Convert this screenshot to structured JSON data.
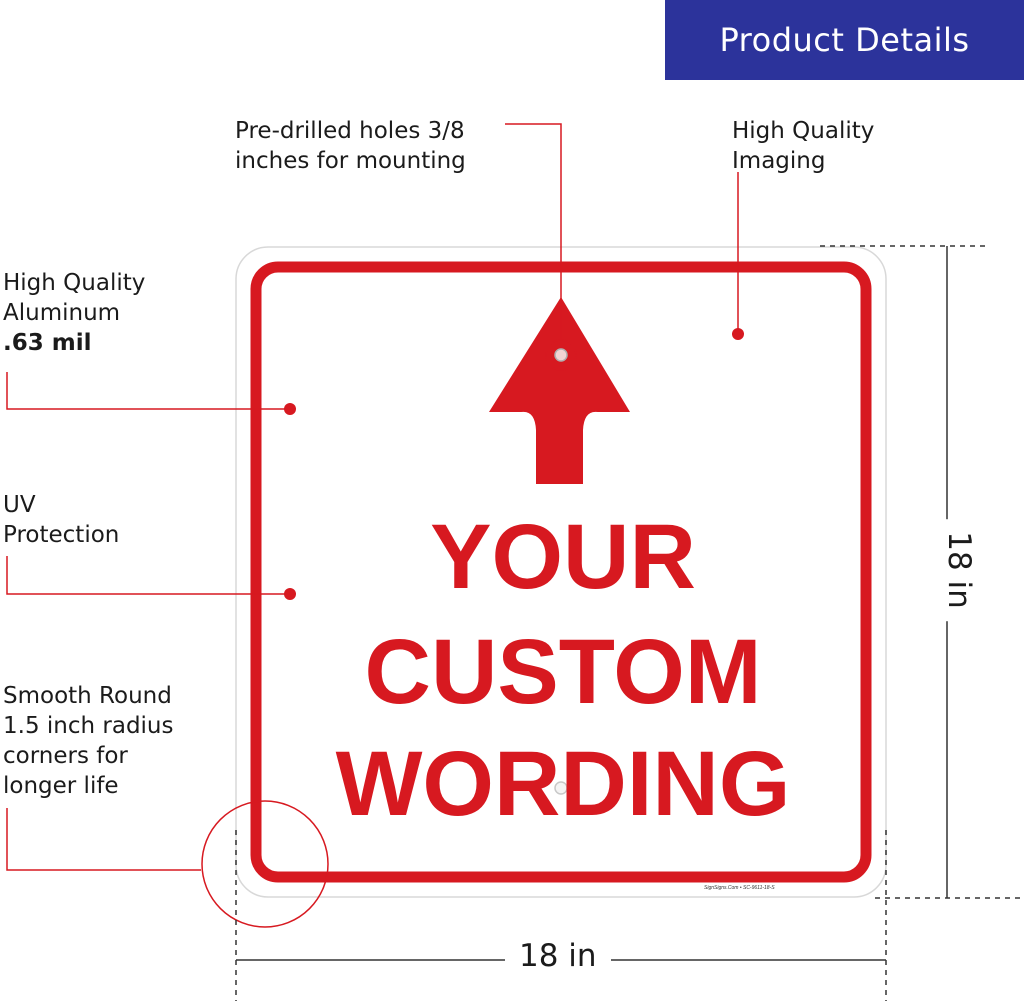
{
  "header": {
    "title": "Product Details"
  },
  "callouts": {
    "holes": [
      "Pre-drilled holes 3/8",
      "inches for mounting"
    ],
    "imaging": [
      "High Quality",
      "Imaging"
    ],
    "aluminum": [
      "High Quality",
      "Aluminum"
    ],
    "aluminum_thickness": ".63 mil",
    "uv": [
      "UV",
      "Protection"
    ],
    "corners": [
      "Smooth Round",
      "1.5 inch radius",
      "corners for",
      "longer life"
    ]
  },
  "sign": {
    "lines": [
      "YOUR",
      "CUSTOM",
      "WORDING"
    ],
    "maker_mark": "SignSigns.Com • SC-9611-18-S",
    "arrow_icon": "up-arrow-icon"
  },
  "dimensions": {
    "width": "18 in",
    "height": "18 in"
  },
  "colors": {
    "header_bg": "#2c339b",
    "sign_red": "#d71920",
    "callout_line": "#d71920",
    "sign_bg": "#ffffff"
  }
}
